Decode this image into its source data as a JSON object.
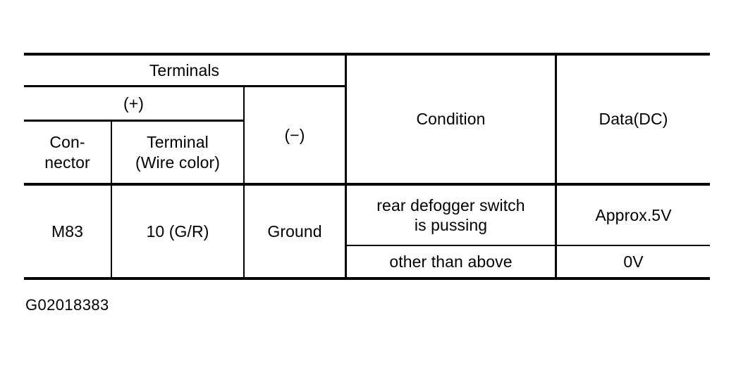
{
  "document": {
    "caption": "G02018383"
  },
  "table": {
    "headers": {
      "terminals": "Terminals",
      "positive": "(+)",
      "negative": "(−)",
      "connector": "Con-\nnector",
      "connector_line1": "Con-",
      "connector_line2": "nector",
      "terminal": "Terminal\n(Wire color)",
      "terminal_line1": "Terminal",
      "terminal_line2": "(Wire color)",
      "condition": "Condition",
      "data_dc": "Data(DC)"
    },
    "rows": [
      {
        "connector": "M83",
        "terminal": "10 (G/R)",
        "negative": "Ground",
        "conditions": [
          {
            "condition_line1": "rear defogger switch",
            "condition_line2": "is pussing",
            "data": "Approx.5V"
          },
          {
            "condition_line1": "other than above",
            "condition_line2": "",
            "data": "0V"
          }
        ]
      }
    ]
  },
  "colors": {
    "ink": "#000000",
    "paper": "#ffffff"
  }
}
